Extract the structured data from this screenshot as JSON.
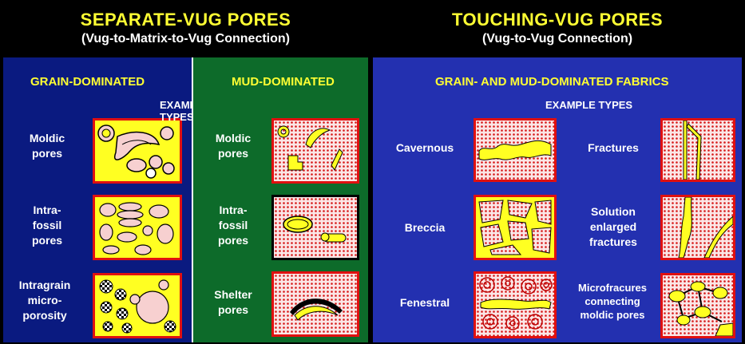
{
  "separate": {
    "title": "SEPARATE-VUG PORES",
    "subtitle": "(Vug-to-Matrix-to-Vug Connection)",
    "grain_heading": "GRAIN-DOMINATED",
    "mud_heading": "MUD-DOMINATED",
    "example_types": "EXAMPLE TYPES",
    "grain_items": [
      {
        "line1": "Moldic",
        "line2": "pores",
        "line3": ""
      },
      {
        "line1": "Intra-",
        "line2": "fossil",
        "line3": "pores"
      },
      {
        "line1": "Intragrain",
        "line2": "micro-",
        "line3": "porosity"
      }
    ],
    "mud_items": [
      {
        "line1": "Moldic",
        "line2": "pores",
        "line3": ""
      },
      {
        "line1": "Intra-",
        "line2": "fossil",
        "line3": "pores"
      },
      {
        "line1": "Shelter",
        "line2": "pores",
        "line3": ""
      }
    ]
  },
  "touching": {
    "title": "TOUCHING-VUG PORES",
    "subtitle": "(Vug-to-Vug Connection)",
    "heading": "GRAIN- AND MUD-DOMINATED FABRICS",
    "example_types": "EXAMPLE TYPES",
    "left_items": [
      {
        "line1": "Cavernous",
        "line2": "",
        "line3": ""
      },
      {
        "line1": "Breccia",
        "line2": "",
        "line3": ""
      },
      {
        "line1": "Fenestral",
        "line2": "",
        "line3": ""
      }
    ],
    "right_items": [
      {
        "line1": "Fractures",
        "line2": "",
        "line3": ""
      },
      {
        "line1": "Solution",
        "line2": "enlarged",
        "line3": "fractures"
      },
      {
        "line1": "Microfracures",
        "line2": "connecting",
        "line3": "moldic pores"
      }
    ]
  },
  "colors": {
    "grain_bg": "#0a1a80",
    "mud_bg": "#0d6b2a",
    "touching_bg": "#2330b0",
    "pore_yellow": "#ffff22",
    "matrix_pink": "#f7d0d0",
    "border_red": "#e01010"
  }
}
